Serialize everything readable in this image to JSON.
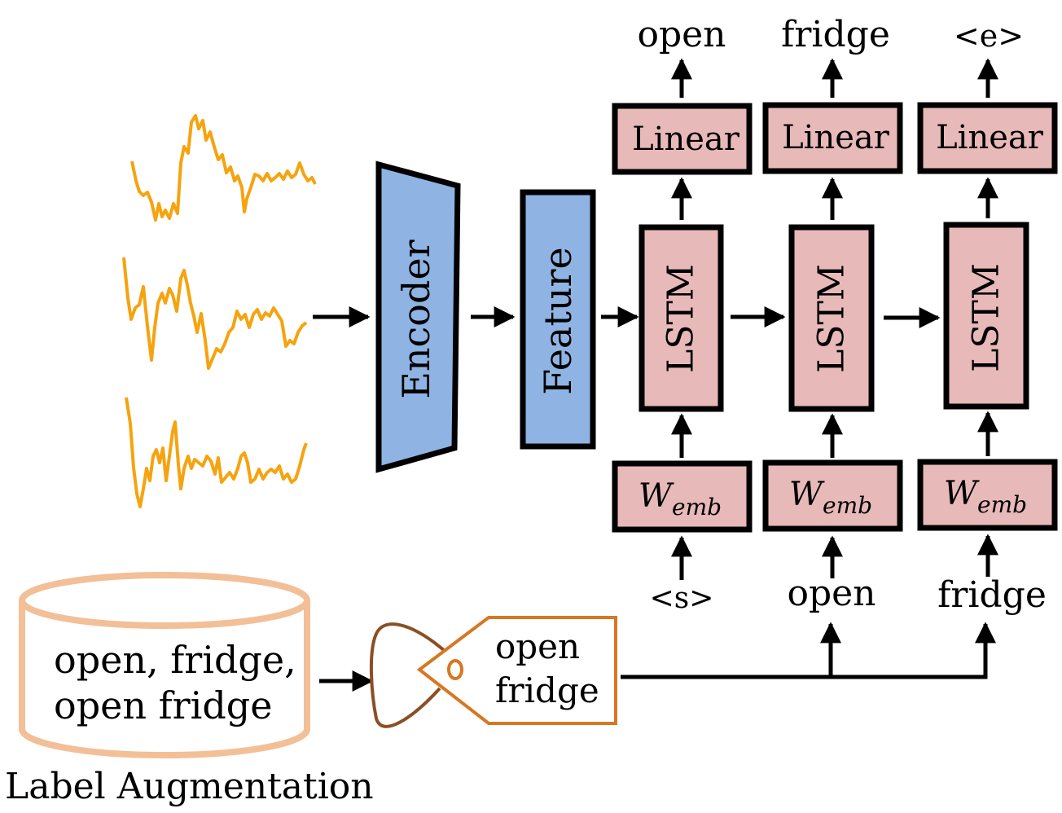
{
  "encoder_label": "Encoder",
  "feature_label": "Feature",
  "columns": [
    {
      "output": "open",
      "linear": "Linear",
      "lstm": "LSTM",
      "wemb_main": "W",
      "wemb_sub": "emb",
      "input": "<s>"
    },
    {
      "output": "fridge",
      "linear": "Linear",
      "lstm": "LSTM",
      "wemb_main": "W",
      "wemb_sub": "emb",
      "input": "open"
    },
    {
      "output": "<e>",
      "linear": "Linear",
      "lstm": "LSTM",
      "wemb_main": "W",
      "wemb_sub": "emb",
      "input": "fridge"
    }
  ],
  "database": {
    "line1": "open, fridge,",
    "line2": "open fridge"
  },
  "tag": {
    "line1": "open",
    "line2": "fridge"
  },
  "caption": "Label Augmentation",
  "colors": {
    "signal": "#f5a30f",
    "encoder_fill": "#8fb4e3",
    "block_fill": "#e8b9b9",
    "database": "#f3bf97",
    "tag_stroke": "#d67822",
    "tag_loop": "#8a4f24"
  }
}
